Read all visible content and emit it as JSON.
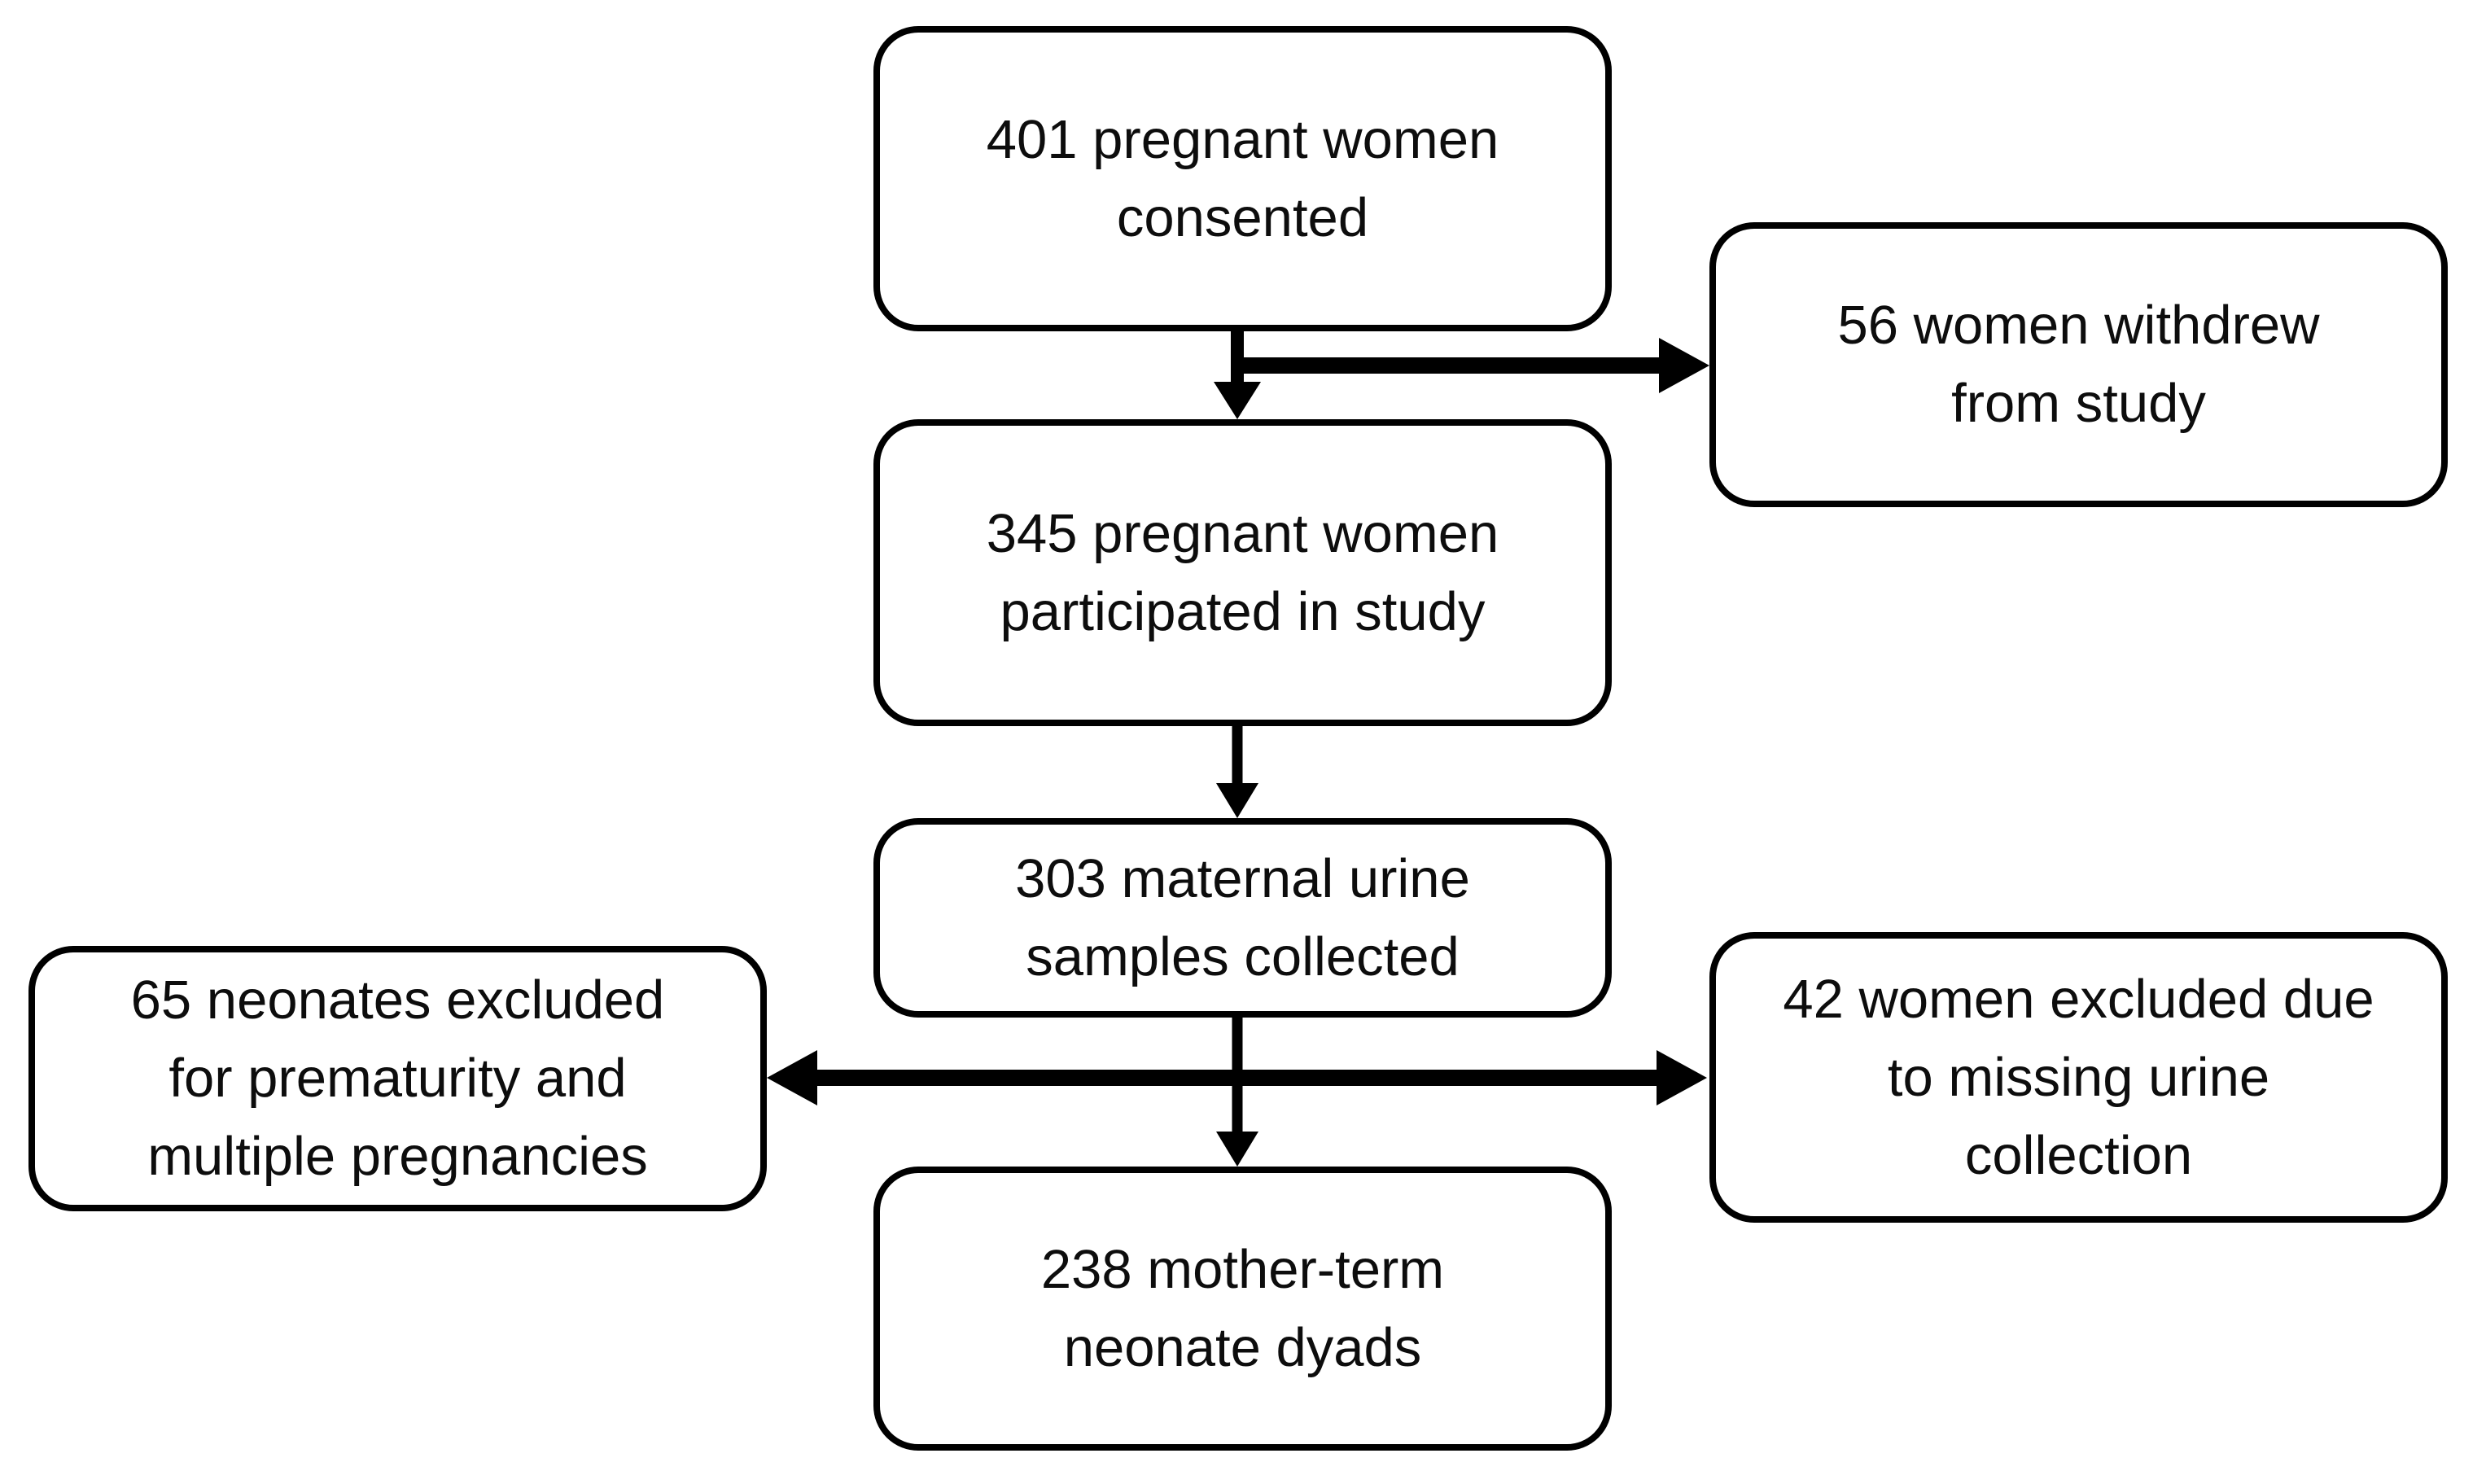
{
  "diagram": {
    "type": "flowchart",
    "description": "study participant flow diagram",
    "background": "#ffffff",
    "box_fill": "#ffffff",
    "box_border_color": "#000000",
    "text_color": "#0d0d0d",
    "nodes": {
      "consented": {
        "label": "401 pregnant women\nconsented"
      },
      "withdrew": {
        "label": "56 women withdrew\nfrom study"
      },
      "participated": {
        "label": "345 pregnant women\nparticipated in study"
      },
      "urine": {
        "label": "303 maternal urine\nsamples collected"
      },
      "neonates_excluded": {
        "label": "65 neonates excluded\nfor prematurity and\nmultiple pregnancies"
      },
      "women_excluded": {
        "label": "42 women excluded due\nto missing urine\ncollection"
      },
      "dyads": {
        "label": "238 mother-term\nneonate dyads"
      }
    },
    "edges": [
      {
        "from": "consented",
        "to": "participated",
        "style": "arrow-down"
      },
      {
        "from": "consented",
        "to": "withdrew",
        "style": "arrow-right"
      },
      {
        "from": "participated",
        "to": "urine",
        "style": "arrow-down"
      },
      {
        "from": "urine",
        "to": "dyads",
        "style": "arrow-down"
      },
      {
        "from": "urine",
        "to": "neonates_excluded",
        "style": "arrow-left"
      },
      {
        "from": "urine",
        "to": "women_excluded",
        "style": "arrow-right"
      }
    ]
  }
}
